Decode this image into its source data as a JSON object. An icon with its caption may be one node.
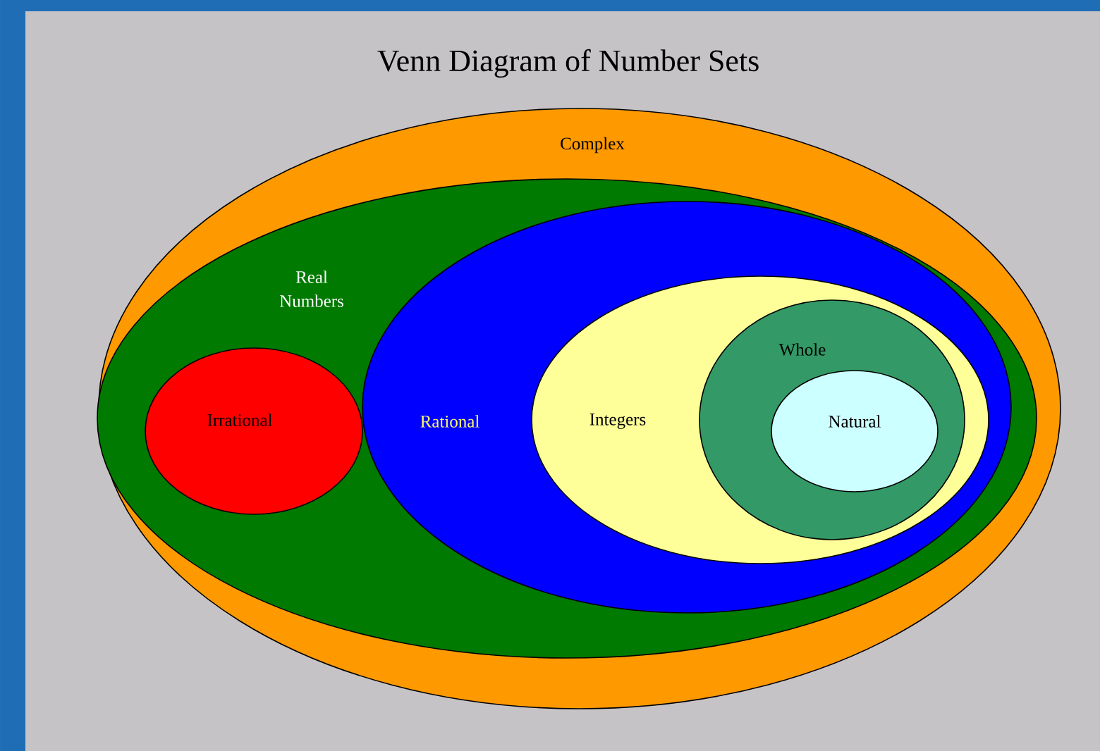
{
  "diagram": {
    "title": "Venn Diagram of Number Sets",
    "nodes": [
      {
        "text": [
          "Complex"
        ]
      },
      {
        "text": [
          "Real Numbers"
        ],
        "in": 0
      },
      {
        "text": [
          "Irrational"
        ],
        "in": 1
      },
      {
        "text": [
          "Rational"
        ],
        "in": 1
      },
      {
        "text": [
          "Integers"
        ],
        "in": 3
      },
      {
        "text": [
          "Whole"
        ],
        "in": 4
      },
      {
        "text": [
          "Natural"
        ],
        "in": 5
      }
    ]
  }
}
